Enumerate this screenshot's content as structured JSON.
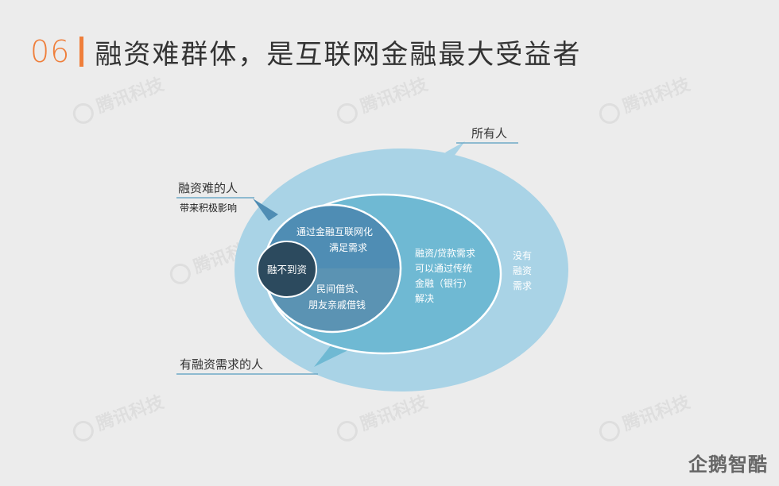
{
  "header": {
    "number": "06",
    "title": "融资难群体，是互联网金融最大受益者"
  },
  "watermark": "腾讯科技",
  "diagram": {
    "outer_label": "所有人",
    "outer_text": [
      "没有",
      "融资",
      "需求"
    ],
    "middle_label": "有融资需求的人",
    "middle_text": [
      "融资/贷款需求",
      "可以通过传统",
      "金融（银行）",
      "解决"
    ],
    "inner_label_1": "融资难的人",
    "inner_label_2": "带来积极影响",
    "inner_top": [
      "通过金融互联网化",
      "满足需求"
    ],
    "inner_bottom": [
      "民间借贷、",
      "朋友亲戚借钱"
    ],
    "core": "融不到资"
  },
  "logo": "企鹅智酷",
  "colors": {
    "accent": "#ef7e3a",
    "outer": "#a9d3e6",
    "middle": "#6fb9d3",
    "inner": "#5a93b5",
    "core": "#2c4a5e"
  }
}
